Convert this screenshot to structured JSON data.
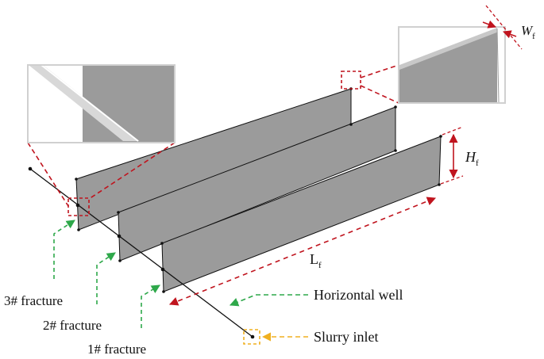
{
  "labels": {
    "fracture_3": "3# fracture",
    "fracture_2": "2# fracture",
    "fracture_1": "1# fracture",
    "horizontal_well": "Horizontal well",
    "slurry_inlet": "Slurry inlet",
    "length_symbol": "L",
    "length_subscript": "f",
    "height_symbol": "H",
    "height_subscript": "f",
    "width_symbol": "W",
    "width_subscript": "f"
  },
  "colors": {
    "fracture_fill": "#9b9b9b",
    "outline": "#111111",
    "dimension_red": "#c0141e",
    "callout_green": "#2ea84a",
    "inlet_orange": "#f0b020",
    "inset_border": "#c8c8c8"
  }
}
